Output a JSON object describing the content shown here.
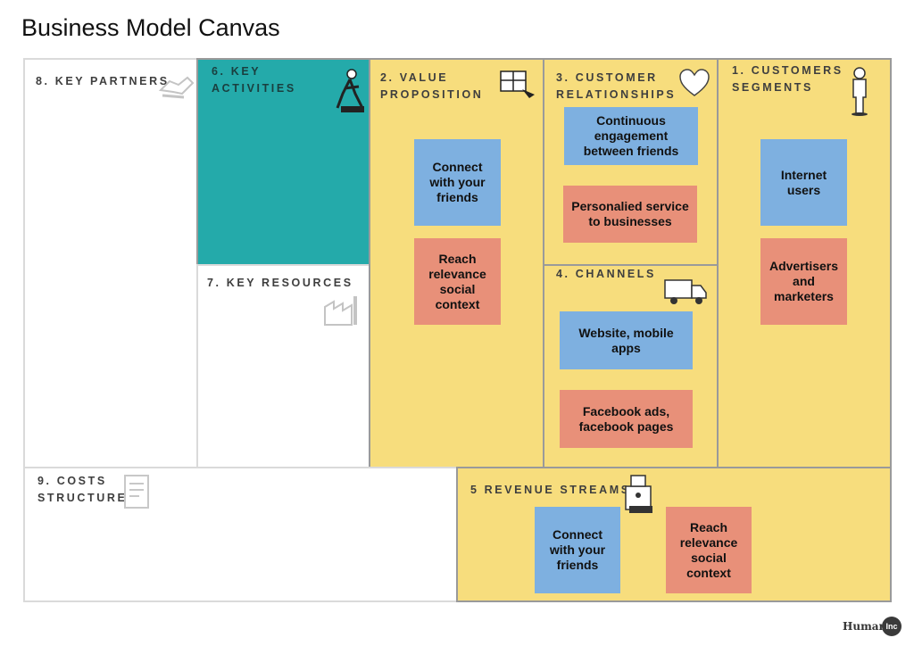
{
  "title": "Business Model Canvas",
  "blocks": {
    "key_partners": {
      "label": "8. KEY PARTNERS",
      "icon": "handshake-icon"
    },
    "key_activities": {
      "label": "6. KEY ACTIVITIES",
      "icon": "worker-icon"
    },
    "key_resources": {
      "label": "7. KEY RESOURCES",
      "icon": "factory-icon"
    },
    "value_proposition": {
      "label": "2. VALUE PROPOSITION",
      "icon": "gift-icon",
      "notes": [
        "Connect with your friends",
        "Reach relevance social context"
      ]
    },
    "customer_relationships": {
      "label": "3. CUSTOMER RELATIONSHIPS",
      "icon": "heart-icon",
      "notes": [
        "Continuous engagement between friends",
        "Personalied service to businesses"
      ]
    },
    "channels": {
      "label": "4. CHANNELS",
      "icon": "truck-icon",
      "notes": [
        "Website, mobile apps",
        "Facebook ads, facebook pages"
      ]
    },
    "customer_segments": {
      "label": "1. CUSTOMERS SEGMENTS",
      "icon": "person-icon",
      "notes": [
        "Internet users",
        "Advertisers and marketers"
      ]
    },
    "cost_structure": {
      "label": "9. COSTS STRUCTURE",
      "icon": "receipt-icon"
    },
    "revenue_streams": {
      "label": "5 REVENUE STREAMS",
      "icon": "cash-register-icon",
      "notes": [
        "Connect with your friends",
        "Reach relevance social context"
      ]
    }
  },
  "colors": {
    "block_yellow": "#f7dd7d",
    "block_teal": "#24aaaa",
    "note_blue": "#7eb0e0",
    "note_red": "#e89079"
  },
  "logo": {
    "text": "Human",
    "badge": "Inc"
  }
}
